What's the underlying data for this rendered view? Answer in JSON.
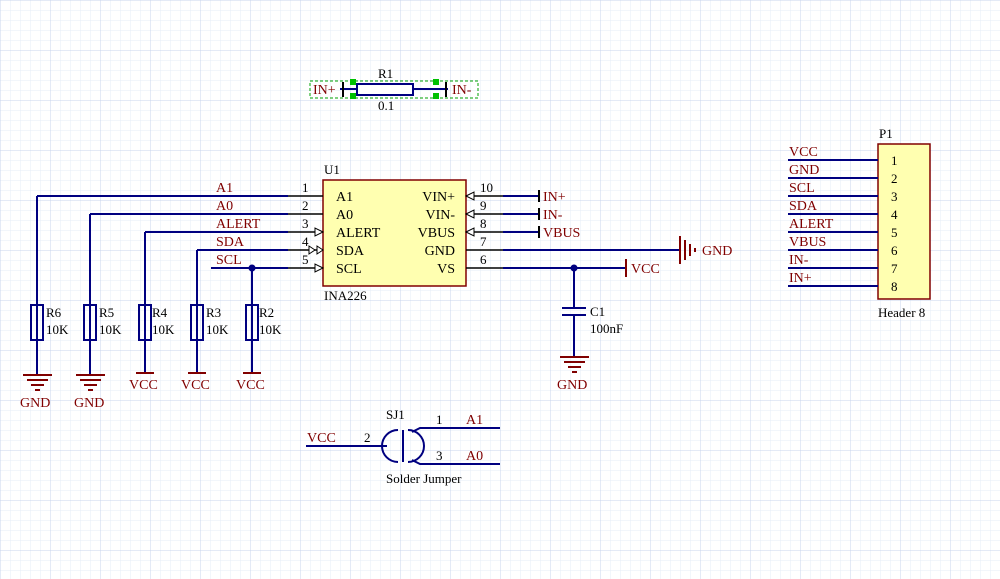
{
  "colors": {
    "grid": "#c8d4ec",
    "wire": "#000080",
    "net_label": "#800000",
    "power": "#800000",
    "chip_fill": "#ffffb0",
    "chip_border": "#800000"
  },
  "r1": {
    "designator": "R1",
    "value": "0.1",
    "left_net": "IN+",
    "right_net": "IN-"
  },
  "u1": {
    "designator": "U1",
    "part": "INA226",
    "left_pins": [
      {
        "num": "1",
        "name": "A1",
        "net": "A1"
      },
      {
        "num": "2",
        "name": "A0",
        "net": "A0"
      },
      {
        "num": "3",
        "name": "ALERT",
        "net": "ALERT"
      },
      {
        "num": "4",
        "name": "SDA",
        "net": "SDA"
      },
      {
        "num": "5",
        "name": "SCL",
        "net": "SCL"
      }
    ],
    "right_pins": [
      {
        "num": "10",
        "name": "VIN+",
        "net": "IN+"
      },
      {
        "num": "9",
        "name": "VIN-",
        "net": "IN-"
      },
      {
        "num": "8",
        "name": "VBUS",
        "net": "VBUS"
      },
      {
        "num": "7",
        "name": "GND",
        "net": "GND"
      },
      {
        "num": "6",
        "name": "VS",
        "net": "VCC"
      }
    ]
  },
  "resistors": [
    {
      "designator": "R6",
      "value": "10K",
      "power": "GND"
    },
    {
      "designator": "R5",
      "value": "10K",
      "power": "GND"
    },
    {
      "designator": "R4",
      "value": "10K",
      "power": "VCC"
    },
    {
      "designator": "R3",
      "value": "10K",
      "power": "VCC"
    },
    {
      "designator": "R2",
      "value": "10K",
      "power": "VCC"
    }
  ],
  "c1": {
    "designator": "C1",
    "value": "100nF",
    "power": "GND"
  },
  "p1": {
    "designator": "P1",
    "part": "Header 8",
    "pins": [
      {
        "num": "1",
        "net": "VCC"
      },
      {
        "num": "2",
        "net": "GND"
      },
      {
        "num": "3",
        "net": "SCL"
      },
      {
        "num": "4",
        "net": "SDA"
      },
      {
        "num": "5",
        "net": "ALERT"
      },
      {
        "num": "6",
        "net": "VBUS"
      },
      {
        "num": "7",
        "net": "IN-"
      },
      {
        "num": "8",
        "net": "IN+"
      }
    ]
  },
  "sj1": {
    "designator": "SJ1",
    "part": "Solder Jumper",
    "pin1": {
      "num": "1",
      "net": "A1"
    },
    "pin2": {
      "num": "2",
      "net": "VCC"
    },
    "pin3": {
      "num": "3",
      "net": "A0"
    }
  }
}
